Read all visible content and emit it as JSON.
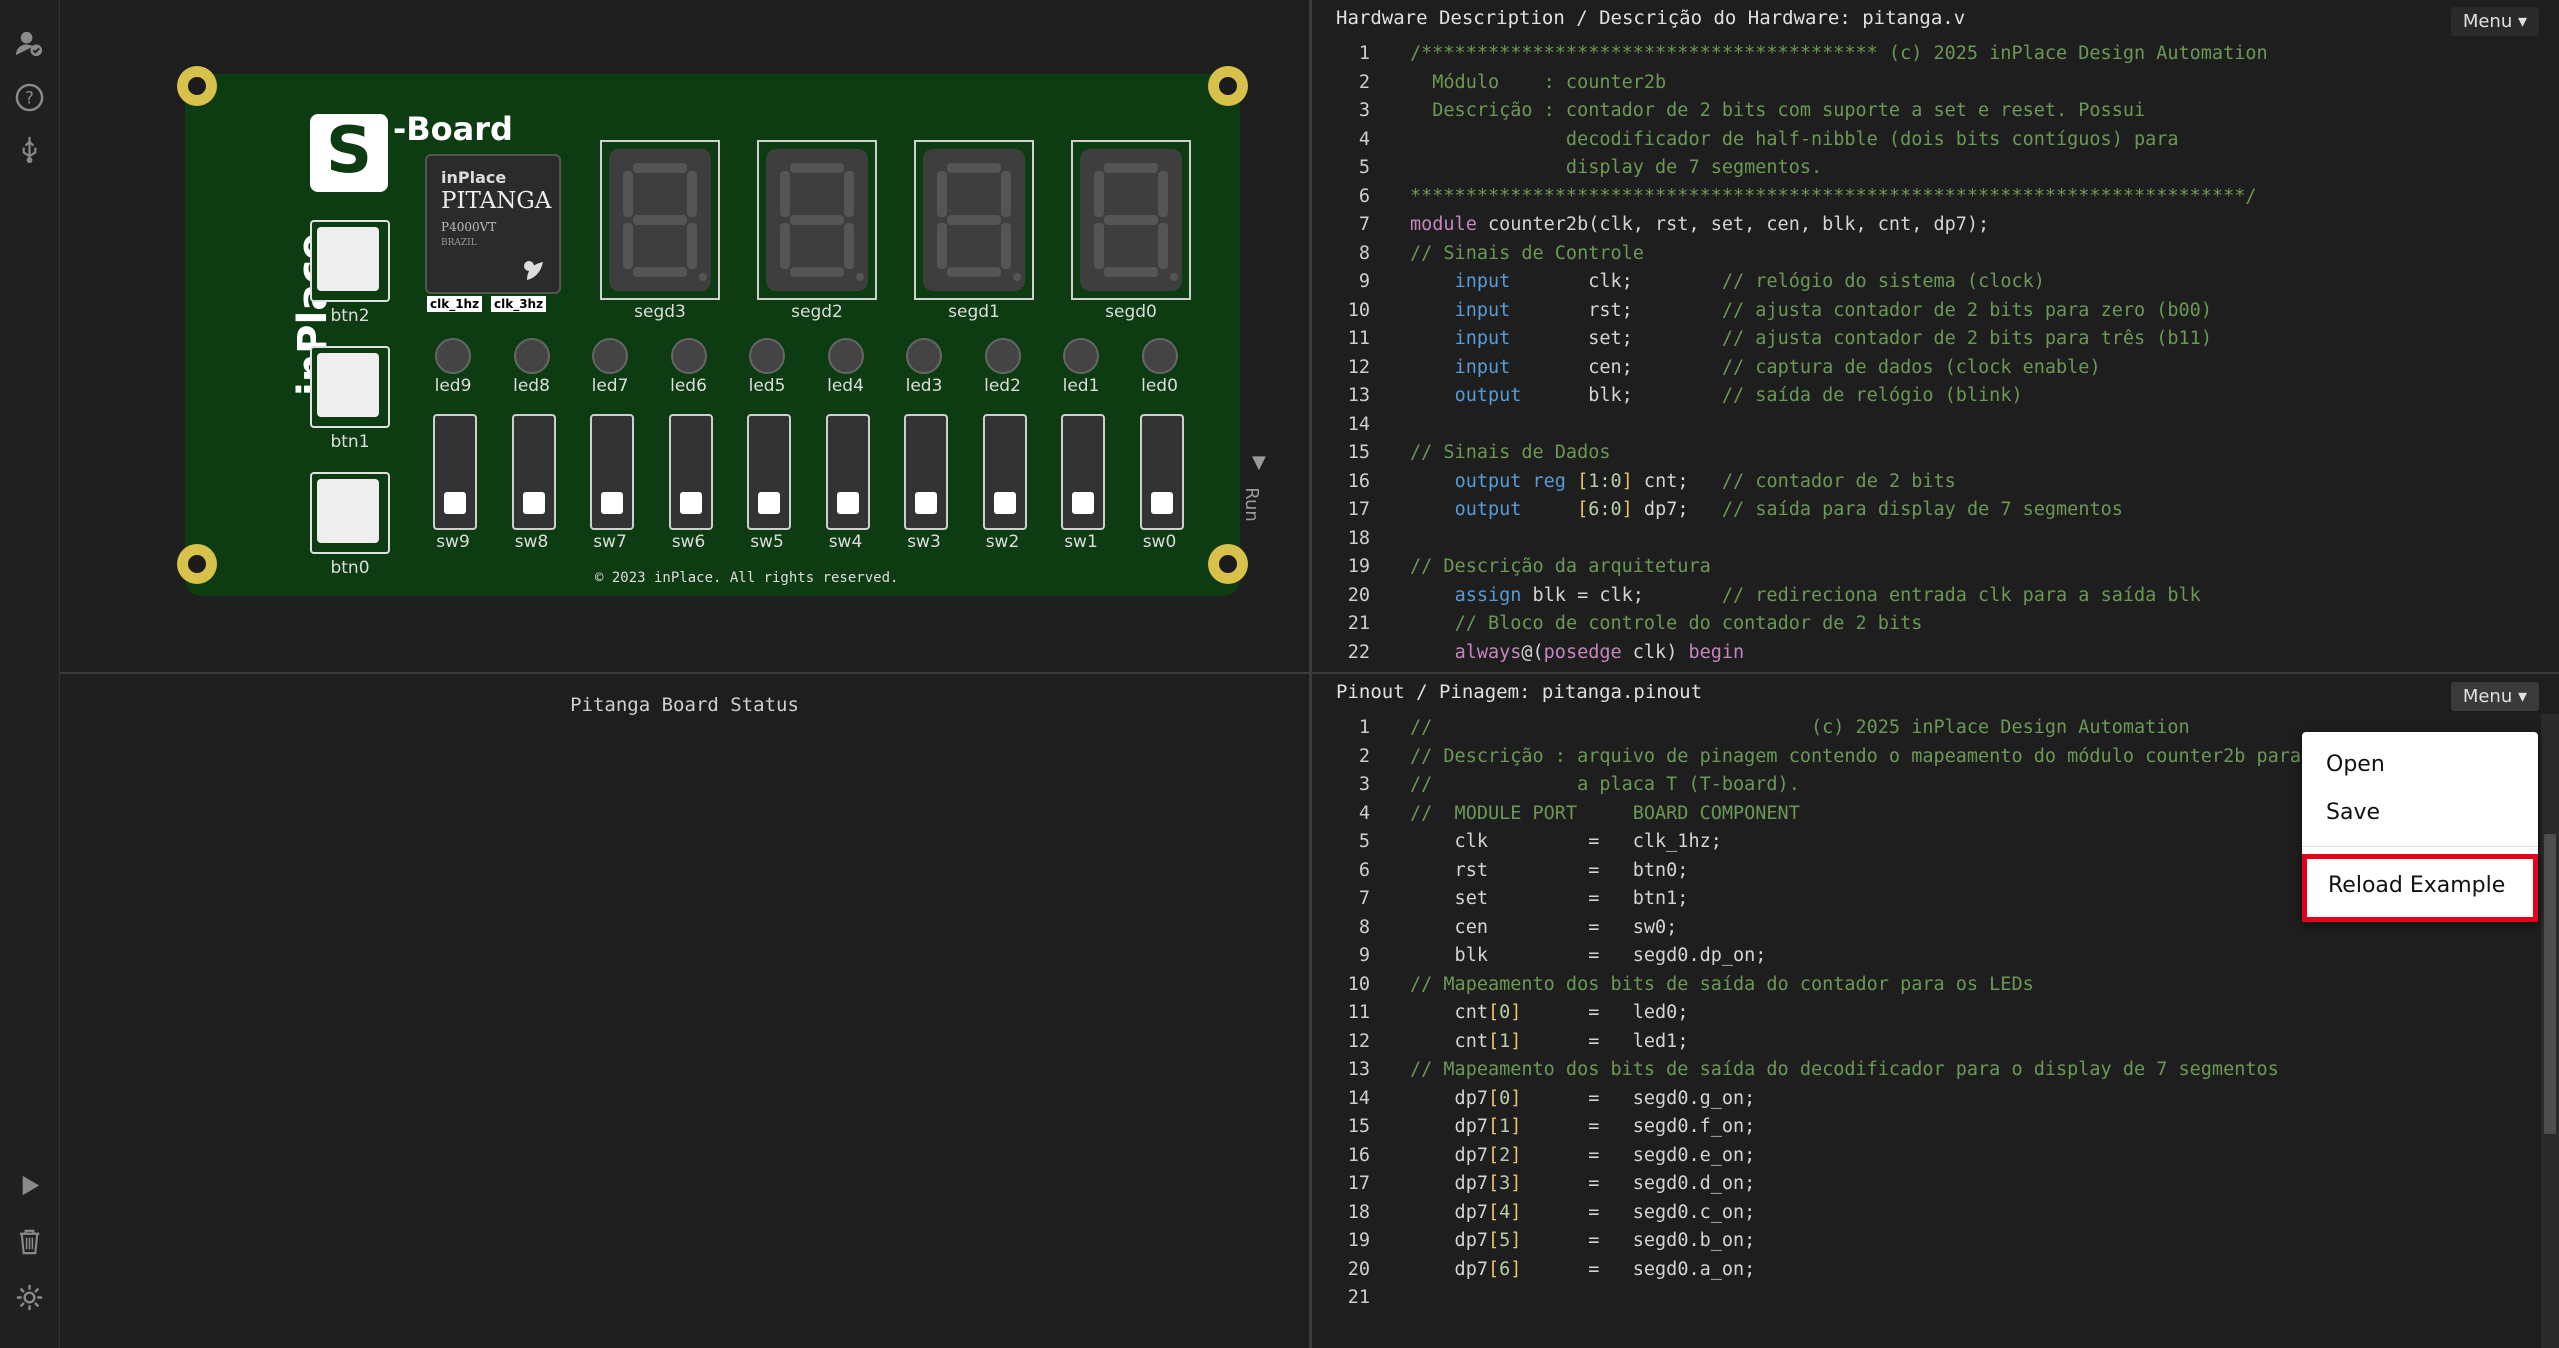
{
  "sidebar": {
    "icons": [
      "user-check-icon",
      "help-icon",
      "usb-icon",
      "play-icon",
      "trash-icon",
      "settings-icon"
    ]
  },
  "board": {
    "logo_letter": "S",
    "logo_text": "-Board",
    "brand_vertical": "inPlace",
    "chip": {
      "brand": "inPlace",
      "name": "PITANGA",
      "model": "P4000VT",
      "country": "BRAZIL"
    },
    "clk_tags": [
      "clk_1hz",
      "clk_3hz"
    ],
    "buttons": [
      "btn2",
      "btn1",
      "btn0"
    ],
    "segments": [
      "segd3",
      "segd2",
      "segd1",
      "segd0"
    ],
    "leds": [
      "led9",
      "led8",
      "led7",
      "led6",
      "led5",
      "led4",
      "led3",
      "led2",
      "led1",
      "led0"
    ],
    "switches": [
      "sw9",
      "sw8",
      "sw7",
      "sw6",
      "sw5",
      "sw4",
      "sw3",
      "sw2",
      "sw1",
      "sw0"
    ],
    "copyright": "© 2023 inPlace. All rights reserved.",
    "run_label": "Run",
    "run_arrow": "▼"
  },
  "status": {
    "title": "Pitanga Board Status"
  },
  "editor_hdl": {
    "title": "Hardware Description / Descrição do Hardware: pitanga.v",
    "menu_label": "Menu ▾",
    "lines": [
      [
        [
          "c-com",
          "/***************************************** (c) 2025 inPlace Design Automation"
        ]
      ],
      [
        [
          "c-com",
          "  Módulo    : counter2b"
        ]
      ],
      [
        [
          "c-com",
          "  Descrição : contador de 2 bits com suporte a set e reset. Possui"
        ]
      ],
      [
        [
          "c-com",
          "              decodificador de half-nibble (dois bits contíguos) para"
        ]
      ],
      [
        [
          "c-com",
          "              display de 7 segmentos."
        ]
      ],
      [
        [
          "c-com",
          "***************************************************************************/"
        ]
      ],
      [
        [
          "c-kw2",
          "module"
        ],
        [
          "c-id",
          " counter2b(clk, rst, set, cen, blk, cnt, dp7);"
        ]
      ],
      [
        [
          "c-com",
          "// Sinais de Controle"
        ]
      ],
      [
        [
          "c-id",
          "    "
        ],
        [
          "c-kw",
          "input"
        ],
        [
          "c-id",
          "       clk;        "
        ],
        [
          "c-com",
          "// relógio do sistema (clock)"
        ]
      ],
      [
        [
          "c-id",
          "    "
        ],
        [
          "c-kw",
          "input"
        ],
        [
          "c-id",
          "       rst;        "
        ],
        [
          "c-com",
          "// ajusta contador de 2 bits para zero (b00)"
        ]
      ],
      [
        [
          "c-id",
          "    "
        ],
        [
          "c-kw",
          "input"
        ],
        [
          "c-id",
          "       set;        "
        ],
        [
          "c-com",
          "// ajusta contador de 2 bits para três (b11)"
        ]
      ],
      [
        [
          "c-id",
          "    "
        ],
        [
          "c-kw",
          "input"
        ],
        [
          "c-id",
          "       cen;        "
        ],
        [
          "c-com",
          "// captura de dados (clock enable)"
        ]
      ],
      [
        [
          "c-id",
          "    "
        ],
        [
          "c-kw",
          "output"
        ],
        [
          "c-id",
          "      blk;        "
        ],
        [
          "c-com",
          "// saída de relógio (blink)"
        ]
      ],
      [
        [
          "c-id",
          ""
        ]
      ],
      [
        [
          "c-com",
          "// Sinais de Dados"
        ]
      ],
      [
        [
          "c-id",
          "    "
        ],
        [
          "c-kw",
          "output reg"
        ],
        [
          "c-id",
          " "
        ],
        [
          "c-brk",
          "["
        ],
        [
          "c-num",
          "1:0"
        ],
        [
          "c-brk",
          "]"
        ],
        [
          "c-id",
          " cnt;   "
        ],
        [
          "c-com",
          "// contador de 2 bits"
        ]
      ],
      [
        [
          "c-id",
          "    "
        ],
        [
          "c-kw",
          "output"
        ],
        [
          "c-id",
          "     "
        ],
        [
          "c-brk",
          "["
        ],
        [
          "c-num",
          "6:0"
        ],
        [
          "c-brk",
          "]"
        ],
        [
          "c-id",
          " dp7;   "
        ],
        [
          "c-com",
          "// saída para display de 7 segmentos"
        ]
      ],
      [
        [
          "c-id",
          ""
        ]
      ],
      [
        [
          "c-com",
          "// Descrição da arquitetura"
        ]
      ],
      [
        [
          "c-id",
          "    "
        ],
        [
          "c-kw",
          "assign"
        ],
        [
          "c-id",
          " blk = clk;       "
        ],
        [
          "c-com",
          "// redireciona entrada clk para a saída blk"
        ]
      ],
      [
        [
          "c-id",
          "    "
        ],
        [
          "c-com",
          "// Bloco de controle do contador de 2 bits"
        ]
      ],
      [
        [
          "c-id",
          "    "
        ],
        [
          "c-kw2",
          "always"
        ],
        [
          "c-id",
          "@("
        ],
        [
          "c-kw2",
          "posedge"
        ],
        [
          "c-id",
          " clk) "
        ],
        [
          "c-kw2",
          "begin"
        ]
      ]
    ]
  },
  "editor_pin": {
    "title": "Pinout / Pinagem: pitanga.pinout",
    "menu_label": "Menu ▾",
    "lines": [
      [
        [
          "c-com",
          "//                                  (c) 2025 inPlace Design Automation"
        ]
      ],
      [
        [
          "c-com",
          "// Descrição : arquivo de pinagem contendo o mapeamento do módulo counter2b para"
        ]
      ],
      [
        [
          "c-com",
          "//             a placa T (T-board)."
        ]
      ],
      [
        [
          "c-com",
          "//  MODULE PORT     BOARD COMPONENT"
        ]
      ],
      [
        [
          "c-id",
          "    clk         =   clk_1hz;"
        ]
      ],
      [
        [
          "c-id",
          "    rst         =   btn0;"
        ]
      ],
      [
        [
          "c-id",
          "    set         =   btn1;"
        ]
      ],
      [
        [
          "c-id",
          "    cen         =   sw0;"
        ]
      ],
      [
        [
          "c-id",
          "    blk         =   segd0.dp_on;"
        ]
      ],
      [
        [
          "c-com",
          "// Mapeamento dos bits de saída do contador para os LEDs"
        ]
      ],
      [
        [
          "c-id",
          "    cnt"
        ],
        [
          "c-brk",
          "["
        ],
        [
          "c-num",
          "0"
        ],
        [
          "c-brk",
          "]"
        ],
        [
          "c-id",
          "      =   led0;"
        ]
      ],
      [
        [
          "c-id",
          "    cnt"
        ],
        [
          "c-brk",
          "["
        ],
        [
          "c-num",
          "1"
        ],
        [
          "c-brk",
          "]"
        ],
        [
          "c-id",
          "      =   led1;"
        ]
      ],
      [
        [
          "c-com",
          "// Mapeamento dos bits de saída do decodificador para o display de 7 segmentos"
        ]
      ],
      [
        [
          "c-id",
          "    dp7"
        ],
        [
          "c-brk",
          "["
        ],
        [
          "c-num",
          "0"
        ],
        [
          "c-brk",
          "]"
        ],
        [
          "c-id",
          "      =   segd0.g_on;"
        ]
      ],
      [
        [
          "c-id",
          "    dp7"
        ],
        [
          "c-brk",
          "["
        ],
        [
          "c-num",
          "1"
        ],
        [
          "c-brk",
          "]"
        ],
        [
          "c-id",
          "      =   segd0.f_on;"
        ]
      ],
      [
        [
          "c-id",
          "    dp7"
        ],
        [
          "c-brk",
          "["
        ],
        [
          "c-num",
          "2"
        ],
        [
          "c-brk",
          "]"
        ],
        [
          "c-id",
          "      =   segd0.e_on;"
        ]
      ],
      [
        [
          "c-id",
          "    dp7"
        ],
        [
          "c-brk",
          "["
        ],
        [
          "c-num",
          "3"
        ],
        [
          "c-brk",
          "]"
        ],
        [
          "c-id",
          "      =   segd0.d_on;"
        ]
      ],
      [
        [
          "c-id",
          "    dp7"
        ],
        [
          "c-brk",
          "["
        ],
        [
          "c-num",
          "4"
        ],
        [
          "c-brk",
          "]"
        ],
        [
          "c-id",
          "      =   segd0.c_on;"
        ]
      ],
      [
        [
          "c-id",
          "    dp7"
        ],
        [
          "c-brk",
          "["
        ],
        [
          "c-num",
          "5"
        ],
        [
          "c-brk",
          "]"
        ],
        [
          "c-id",
          "      =   segd0.b_on;"
        ]
      ],
      [
        [
          "c-id",
          "    dp7"
        ],
        [
          "c-brk",
          "["
        ],
        [
          "c-num",
          "6"
        ],
        [
          "c-brk",
          "]"
        ],
        [
          "c-id",
          "      =   segd0.a_on;"
        ]
      ],
      [
        [
          "c-id",
          ""
        ]
      ]
    ]
  },
  "dropdown": {
    "items": [
      "Open",
      "Save",
      "Reload Example"
    ],
    "highlighted": "Reload Example",
    "highlight_color": "#e3001b"
  },
  "colors": {
    "pcb": "#0d3b12",
    "hole": "#d8c14a",
    "comment": "#6a9955",
    "keyword": "#569cd6",
    "keyword2": "#c586c0"
  }
}
